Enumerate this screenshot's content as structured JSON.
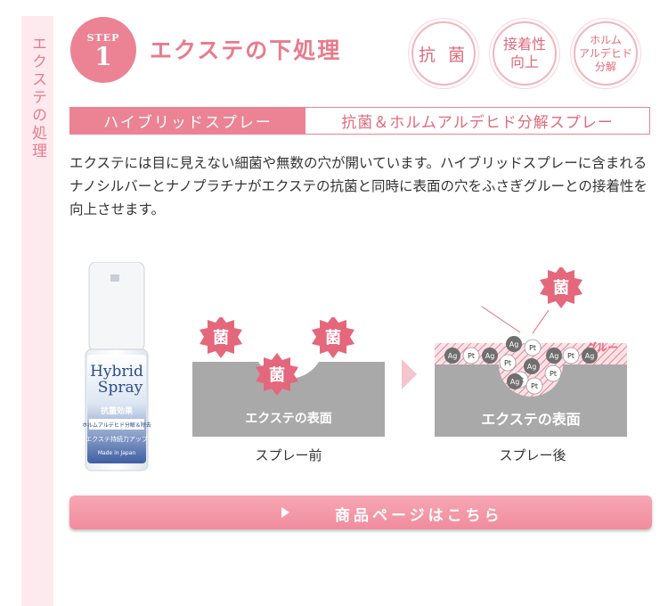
{
  "side_tab": {
    "label": "エクステの処理"
  },
  "step": {
    "label": "STEP",
    "number": "1"
  },
  "title": "エクステの下処理",
  "badges": [
    {
      "label": "抗 菌"
    },
    {
      "label": "接着性\n向上"
    },
    {
      "label": "ホルム\nアルデヒド\n分解"
    }
  ],
  "subhead": {
    "left": "ハイブリッドスプレー",
    "right": "抗菌＆ホルムアルデヒド分解スプレー"
  },
  "description": "エクステには目に見えない細菌や無数の穴が開いています。ハイブリッドスプレーに含まれるナノシルバーとナノプラチナがエクステの抗菌と同時に表面の穴をふさぎグルーとの接着性を向上させます。",
  "product": {
    "brand_line1": "Hybrid",
    "brand_line2": "Spray",
    "label1": "抗菌効果",
    "label2": "ホルムアルデヒド分解＆除去",
    "label3": "エクステ持続力アップ",
    "label4": "Made in Japan"
  },
  "diagram": {
    "bacteria_label": "菌",
    "surface_label": "エクステの表面",
    "glue_label": "グルー",
    "silver": "Ag",
    "platinum": "Pt",
    "before_caption": "スプレー前",
    "after_caption": "スプレー後"
  },
  "cta": {
    "label": "商品ページはこちら"
  },
  "colors": {
    "accent": "#eb8394",
    "accent_light": "#fdeaee",
    "bacteria": "#e5677b",
    "surface": "#a9a9a9",
    "particle": "#6f6f6f"
  }
}
